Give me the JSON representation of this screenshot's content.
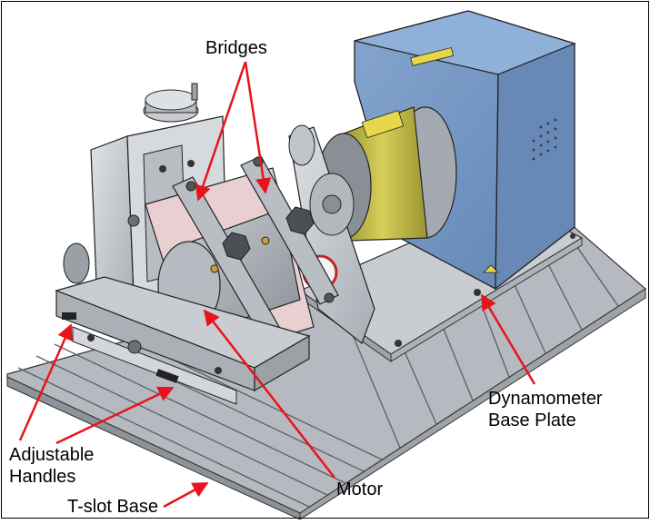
{
  "labels": {
    "bridges": "Bridges",
    "dyno_line1": "Dynamometer",
    "dyno_line2": "Base Plate",
    "adjustable_line1": "Adjustable",
    "adjustable_line2": "Handles",
    "motor": "Motor",
    "tslot": "T-slot Base"
  },
  "colors": {
    "arrow": "#e8141b",
    "dyno_box": "#6f93c2",
    "motor_yellow": "#c9c24a",
    "plate": "#c9ccd1",
    "tslot": "#a9adb3",
    "pink_panel": "#e9cfd2"
  }
}
